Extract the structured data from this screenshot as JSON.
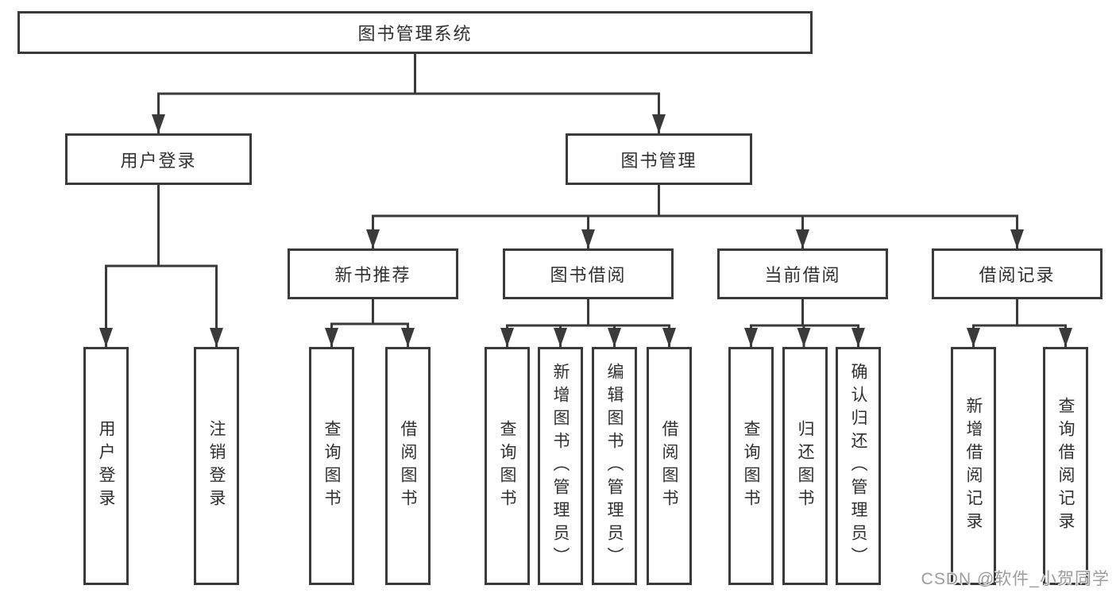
{
  "diagram": {
    "tree": {
      "label": "图书管理系统",
      "children": [
        {
          "label": "用户登录",
          "children": [
            {
              "label": "用户登录"
            },
            {
              "label": "注销登录"
            }
          ]
        },
        {
          "label": "图书管理",
          "children": [
            {
              "label": "新书推荐",
              "children": [
                {
                  "label": "查询图书"
                },
                {
                  "label": "借阅图书"
                }
              ]
            },
            {
              "label": "图书借阅",
              "children": [
                {
                  "label": "查询图书"
                },
                {
                  "label": "新增图书（管理员）"
                },
                {
                  "label": "编辑图书（管理员）"
                },
                {
                  "label": "借阅图书"
                }
              ]
            },
            {
              "label": "当前借阅",
              "children": [
                {
                  "label": "查询图书"
                },
                {
                  "label": "归还图书"
                },
                {
                  "label": "确认归还（管理员）"
                }
              ]
            },
            {
              "label": "借阅记录",
              "children": [
                {
                  "label": "新增借阅记录"
                },
                {
                  "label": "查询借阅记录"
                }
              ]
            }
          ]
        }
      ]
    }
  },
  "watermark": {
    "text": "CSDN @软件_小贺同学"
  },
  "colors": {
    "line": "#3a3a3a",
    "text": "#303030",
    "background": "#ffffff",
    "watermark": "#9c9c9c"
  }
}
